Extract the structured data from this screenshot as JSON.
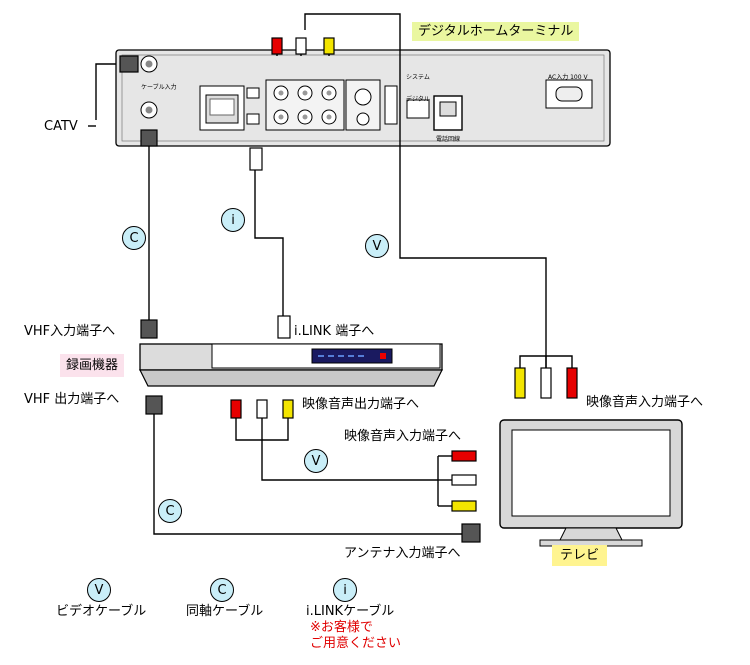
{
  "labels": {
    "terminal": "デジタルホームターミナル",
    "catv": "CATV",
    "vhf_in": "VHF入力端子へ",
    "ilink_port": "i.LINK 端子へ",
    "recorder": "録画機器",
    "vhf_out": "VHF 出力端子へ",
    "av_out": "映像音声出力端子へ",
    "av_in_tv": "映像音声入力端子へ",
    "av_in_mid": "映像音声入力端子へ",
    "antenna_in": "アンテナ入力端子へ",
    "tv": "テレビ"
  },
  "legend": {
    "video_cable": "ビデオケーブル",
    "coax_cable": "同軸ケーブル",
    "ilink_cable": "i.LINKケーブル",
    "note_line1": "※お客様で",
    "note_line2": "ご用意ください"
  },
  "cable_marks": {
    "v": "V",
    "c": "C",
    "i": "i"
  },
  "panel_text": {
    "cable_in": "ケーブル入力",
    "ac_in": "AC入力 100 V",
    "system": "システム",
    "digital": "デジタル",
    "phone": "電話回線"
  },
  "colors": {
    "video_plug": "#f3e500",
    "audio_left": "#ffffff",
    "audio_right": "#e60000",
    "badge": "#c9eef8",
    "note": "#e00000",
    "device_body": "#dcdcdc"
  }
}
